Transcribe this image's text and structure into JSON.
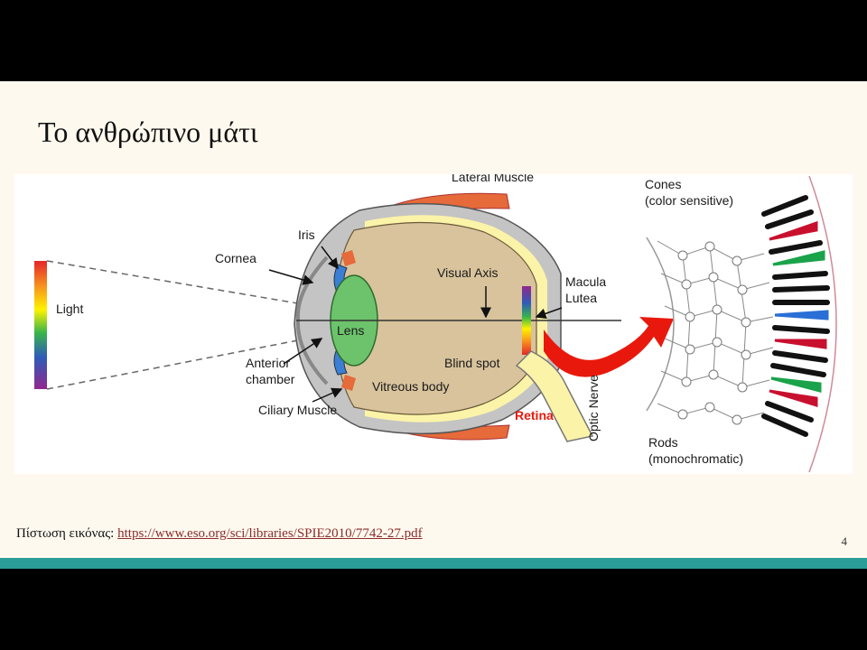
{
  "slide": {
    "title": "Το ανθρώπινο μάτι",
    "page_number": "4",
    "credit_label": "Πίστωση εικόνας: ",
    "credit_url": "https://www.eso.org/sci/libraries/SPIE2010/7742-27.pdf"
  },
  "diagram": {
    "labels": {
      "light": "Light",
      "cornea": "Cornea",
      "iris": "Iris",
      "lateral_muscle": "Lateral Muscle",
      "visual_axis": "Visual Axis",
      "macula": "Macula",
      "lutea": "Lutea",
      "lens": "Lens",
      "blind_spot": "Blind spot",
      "anterior": "Anterior",
      "chamber": "chamber",
      "vitreous_body": "Vitreous body",
      "ciliary_muscle": "Ciliary Muscle",
      "retina": "Retina",
      "optic_nerve": "Optic Nerve",
      "cones": "Cones",
      "cones_sub": "(color sensitive)",
      "rods": "Rods",
      "rods_sub": "(monochromatic)"
    },
    "colors": {
      "eyeball": "#d8c39c",
      "sclera": "#bfbfbf",
      "lens": "#6cc36c",
      "iris": "#3b7fd4",
      "muscle": "#e66a3a",
      "retina_yellow": "#fbf3a8",
      "arrow": "#e8190c",
      "cone_red": "#c8102e",
      "cone_green": "#1aa34a",
      "cone_blue": "#2a6fd6"
    }
  }
}
